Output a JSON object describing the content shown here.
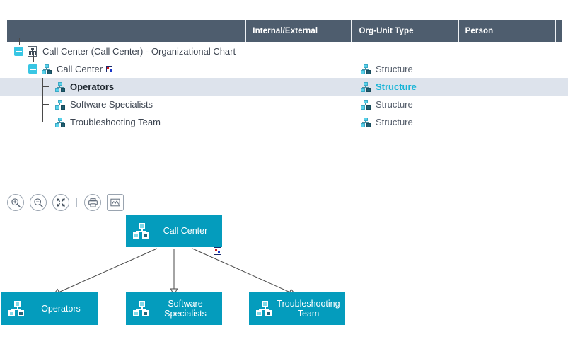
{
  "grid": {
    "columns": [
      {
        "label": "",
        "name": "column-name"
      },
      {
        "label": "Internal/External",
        "name": "column-internal-external"
      },
      {
        "label": "Org-Unit Type",
        "name": "column-org-unit-type"
      },
      {
        "label": "Person",
        "name": "column-person"
      },
      {
        "label": "",
        "name": "column-extra"
      }
    ],
    "rows": [
      {
        "label": "Call Center (Call Center) - Organizational Chart",
        "level": 0,
        "icon": "document-chart-icon",
        "expander": "collapse-icon",
        "badge": false,
        "internal_external": "",
        "org_unit_type": "",
        "person": "",
        "selected": false
      },
      {
        "label": "Call Center",
        "level": 1,
        "icon": "org-unit-icon",
        "expander": "collapse-icon",
        "badge": true,
        "internal_external": "",
        "org_unit_type": "Structure",
        "person": "",
        "selected": false
      },
      {
        "label": "Operators",
        "level": 2,
        "icon": "org-unit-icon",
        "expander": null,
        "badge": false,
        "internal_external": "",
        "org_unit_type": "Structure",
        "person": "",
        "selected": true
      },
      {
        "label": "Software Specialists",
        "level": 2,
        "icon": "org-unit-icon",
        "expander": null,
        "badge": false,
        "internal_external": "",
        "org_unit_type": "Structure",
        "person": "",
        "selected": false
      },
      {
        "label": "Troubleshooting Team",
        "level": 2,
        "icon": "org-unit-icon",
        "expander": null,
        "badge": false,
        "internal_external": "",
        "org_unit_type": "Structure",
        "person": "",
        "selected": false
      }
    ]
  },
  "toolbar": {
    "buttons": [
      {
        "name": "zoom-in-icon",
        "glyph": "zoom-in"
      },
      {
        "name": "zoom-out-icon",
        "glyph": "zoom-out"
      },
      {
        "name": "fit-to-screen-icon",
        "glyph": "expand"
      },
      {
        "name": "print-icon",
        "glyph": "print"
      },
      {
        "name": "export-image-icon",
        "glyph": "image"
      }
    ]
  },
  "diagram": {
    "nodes": [
      {
        "label": "Call Center",
        "name": "diagram-node-call-center",
        "badge": true
      },
      {
        "label": "Operators",
        "name": "diagram-node-operators",
        "badge": false
      },
      {
        "label": "Software\nSpecialists",
        "name": "diagram-node-software-specialists",
        "badge": false
      },
      {
        "label": "Troubleshooting\nTeam",
        "name": "diagram-node-troubleshooting-team",
        "badge": false
      }
    ]
  },
  "colors": {
    "header_bg": "#4e5d6e",
    "node_teal": "#049cbd",
    "selection_bg": "#dde3ec",
    "selection_text": "#19b4d6",
    "tree_accent": "#38c6e4"
  }
}
